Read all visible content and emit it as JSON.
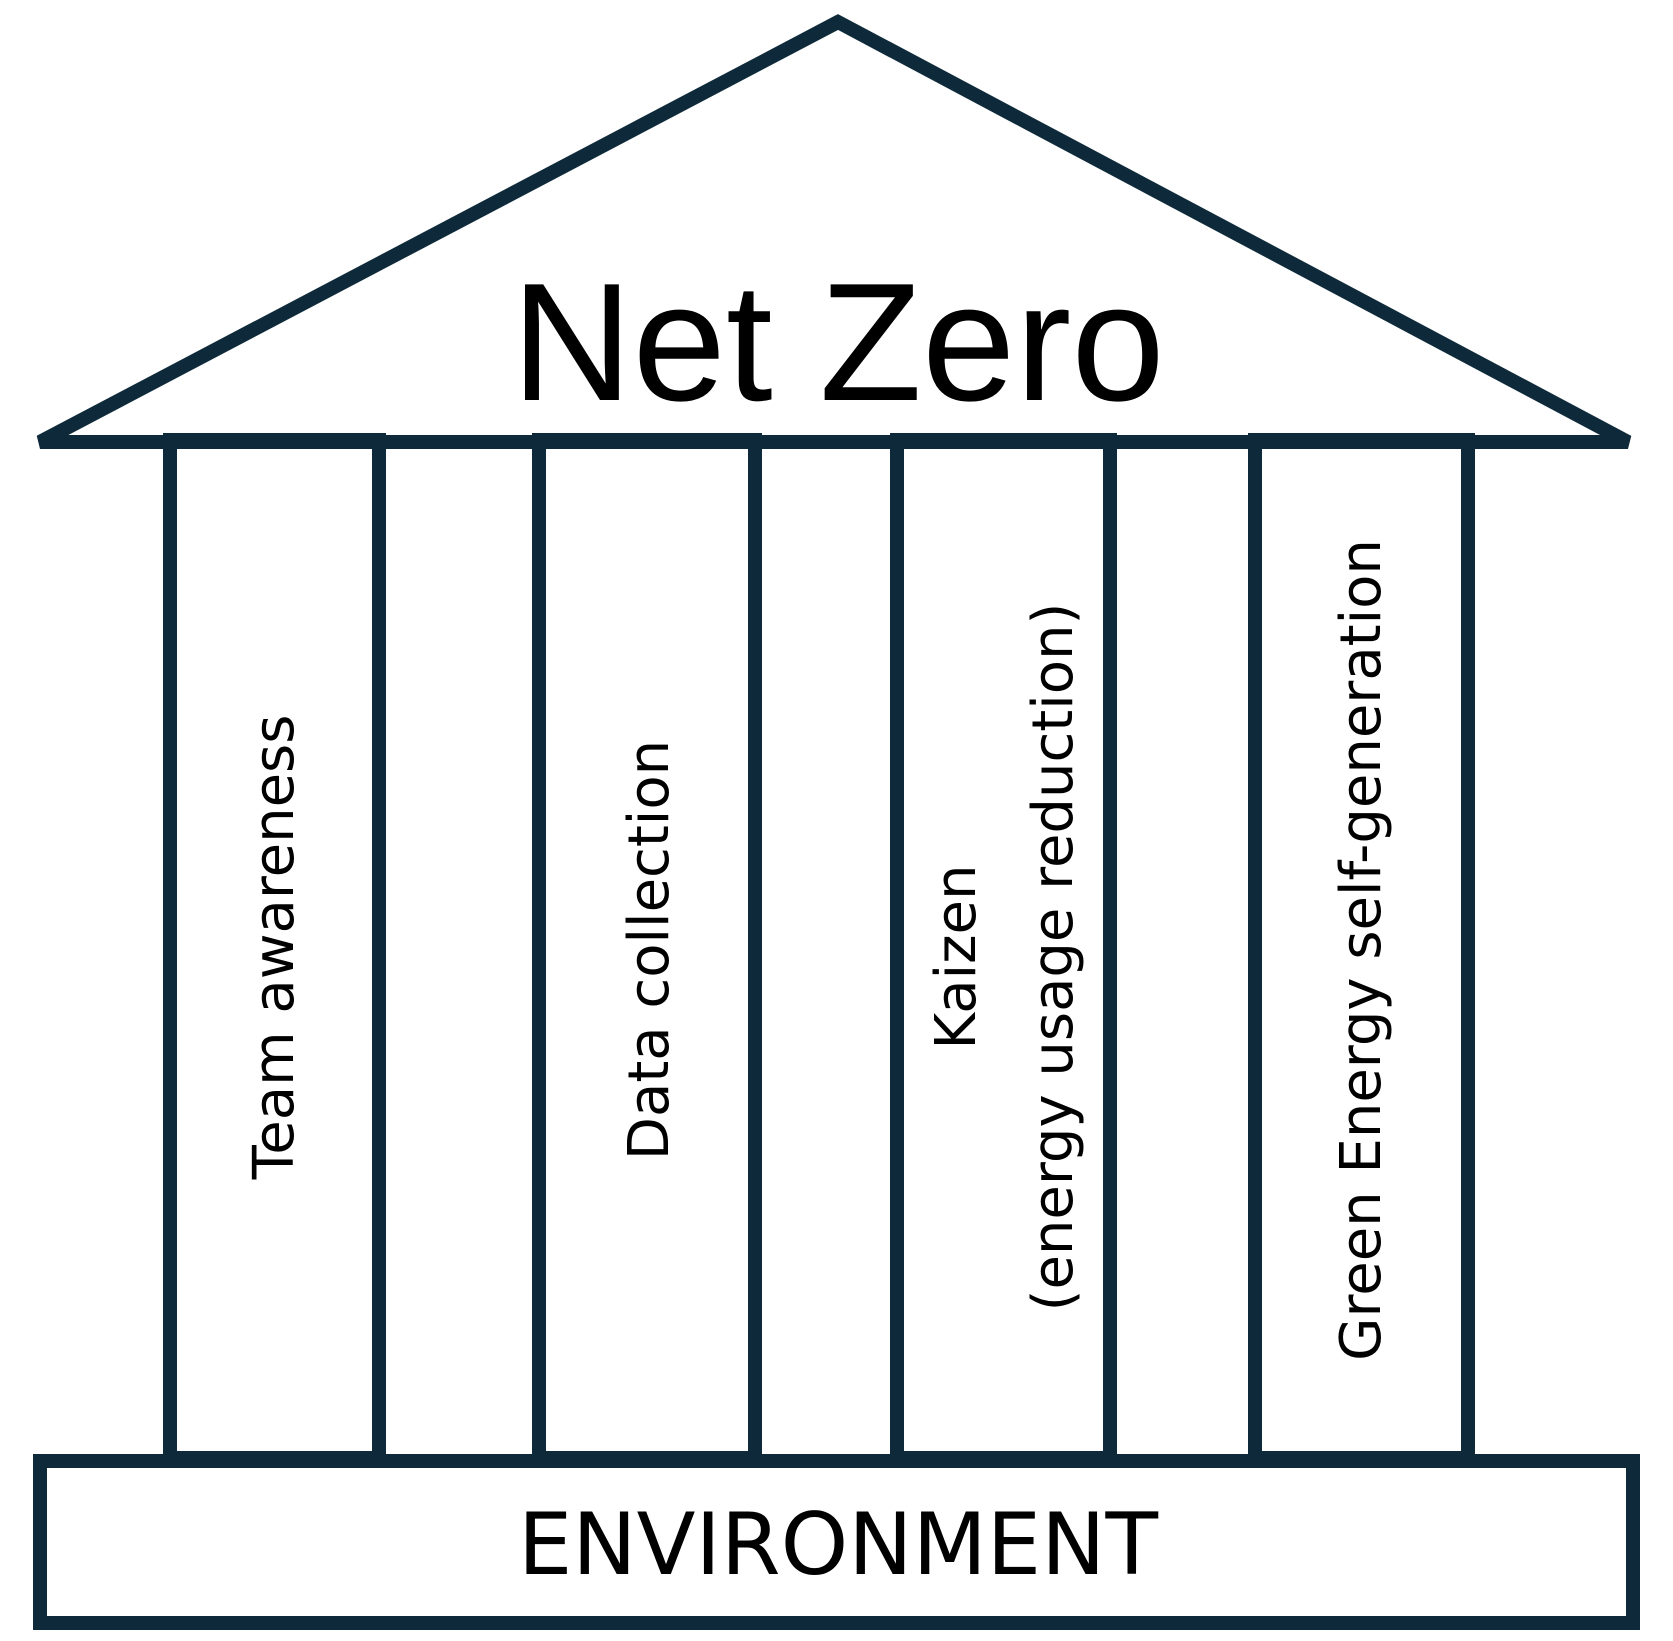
{
  "roof": {
    "title": "Net Zero"
  },
  "pillars": [
    {
      "lines": [
        "Team awareness"
      ]
    },
    {
      "lines": [
        "Data collection"
      ]
    },
    {
      "lines": [
        "Kaizen",
        "(energy usage reduction)"
      ]
    },
    {
      "lines": [
        "Green Energy self-generation"
      ]
    }
  ],
  "base": {
    "label": "ENVIRONMENT"
  },
  "colors": {
    "stroke": "#0e2a3a",
    "text": "#000000",
    "background": "#ffffff"
  }
}
